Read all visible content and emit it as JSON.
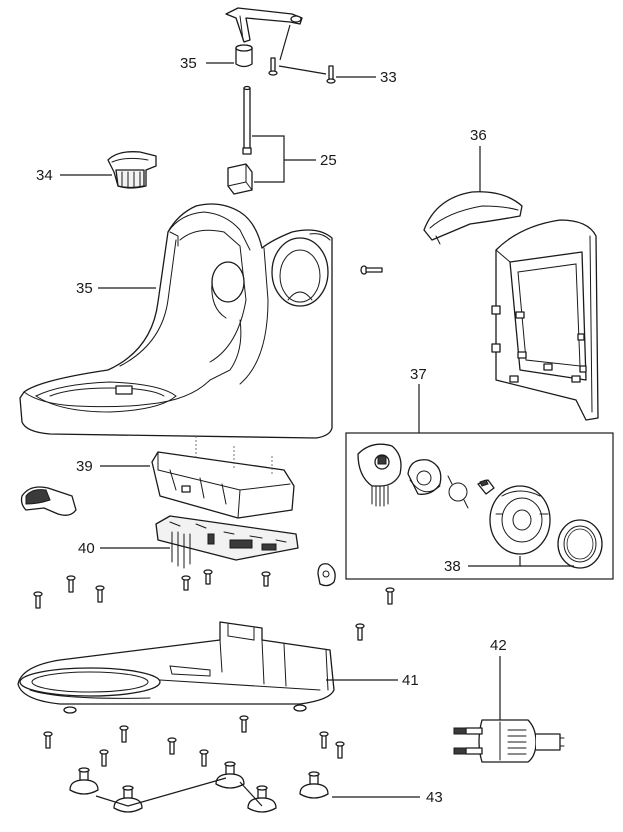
{
  "callouts": {
    "c35_top": "35",
    "c33": "33",
    "c25": "25",
    "c34": "34",
    "c36": "36",
    "c35_body": "35",
    "c37": "37",
    "c39": "39",
    "c40": "40",
    "c38": "38",
    "c42": "42",
    "c41": "41",
    "c43": "43"
  }
}
